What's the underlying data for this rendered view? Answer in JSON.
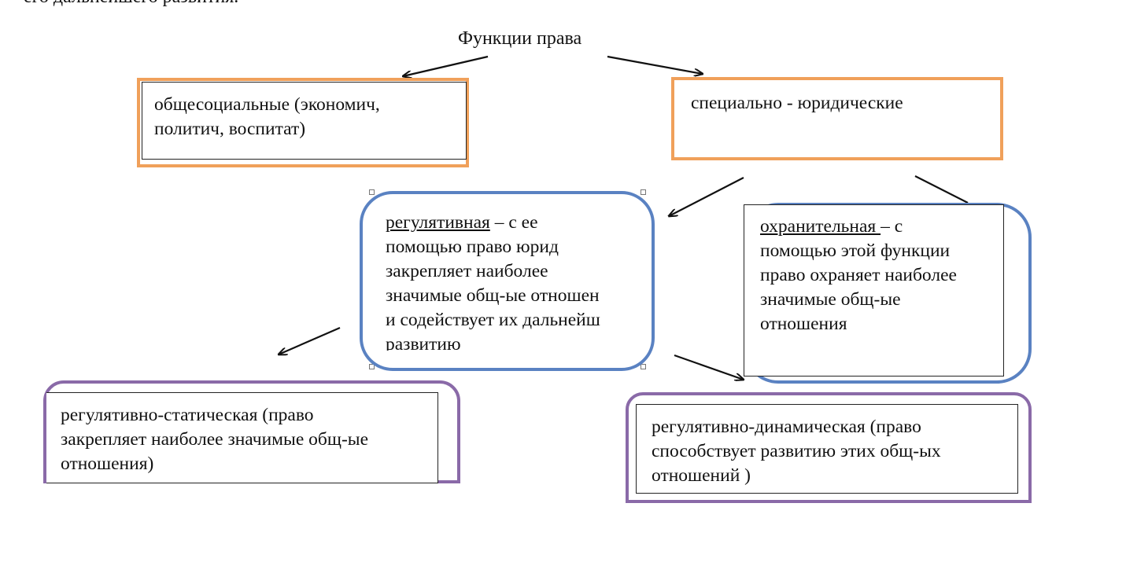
{
  "top_fragment": "его дальнейшего развития.",
  "diagram": {
    "title": "Функции права",
    "general_social": {
      "text": "общесоциальные (экономич,\nполитич, воспитат)"
    },
    "special_legal": {
      "text": "специально - юридические"
    },
    "regulatory": {
      "term": "регулятивная",
      "rest": " – с ее\nпомощью право юрид\nзакрепляет наиболее\nзначимые общ-ые отношен\nи содействует их дальнейш\nразвитию"
    },
    "protective": {
      "term": "охранительная ",
      "rest": "– с\nпомощью этой функции\nправо охраняет наиболее\nзначимые общ-ые\nотношения"
    },
    "regulatory_static": {
      "text": "регулятивно-статическая (право\nзакрепляет наиболее значимые общ-ые\nотношения)"
    },
    "regulatory_dynamic": {
      "text": "регулятивно-динамическая (право\nспособствует развитию этих общ-ых\nотношений )"
    },
    "colors": {
      "orange": "#f0a05a",
      "blue": "#5a82c2",
      "purple": "#8a6aa8",
      "arrow": "#111111"
    }
  }
}
